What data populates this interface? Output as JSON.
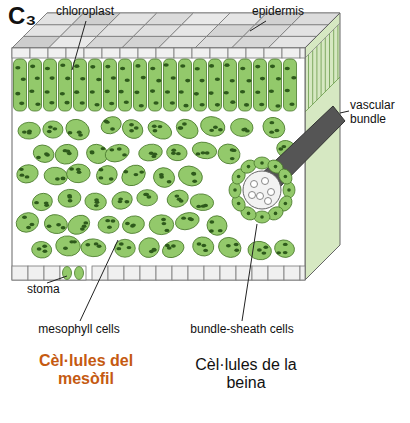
{
  "diagram": {
    "title": "C₃",
    "labels": [
      "chloroplast",
      "epidermis",
      "vascular bundle",
      "stoma",
      "mesophyll cells",
      "bundle-sheath cells",
      "Cèl·lules del mesòfil",
      "Cèl·lules de la beina"
    ]
  }
}
